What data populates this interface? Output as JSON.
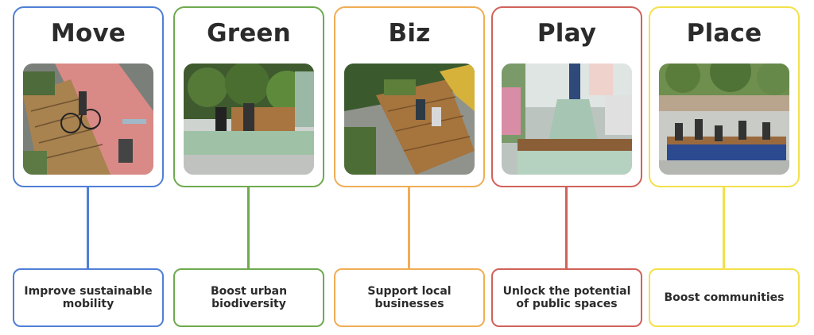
{
  "pillars": [
    {
      "title": "Move",
      "description": "Improve sustainable mobility",
      "color": "#4f7fd6"
    },
    {
      "title": "Green",
      "description": "Boost urban biodiversity",
      "color": "#6faa4f"
    },
    {
      "title": "Biz",
      "description": "Support local businesses",
      "color": "#f0ad55"
    },
    {
      "title": "Play",
      "description": "Unlock the potential of public spaces",
      "color": "#d0625a"
    },
    {
      "title": "Place",
      "description": "Boost communities",
      "color": "#f2e14a"
    }
  ]
}
